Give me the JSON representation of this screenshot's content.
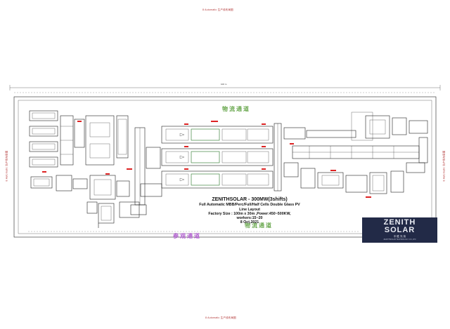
{
  "title_block": {
    "line1": "ZENITHSOLAR - 300MW(3shifts)",
    "line2": "Full Automatic MBB/Perc/Full/Half Cells Double Glass PV Line  Layout",
    "line3": "Factory Size : 100m x 30m  ,Power:450~500KW, workers:15~20",
    "line4": "8 Oct,2021"
  },
  "logistics_labels": {
    "top": "物流通道",
    "bottom_right": "物流通道",
    "bottom_left": "参观通道"
  },
  "dimension": {
    "overall_width": "100 m"
  },
  "logo": {
    "brand_top": "ZENITH",
    "brand_bottom": "SOLAR",
    "cn": "中 胜 光 伏",
    "tagline": "ZENITHSOLAR TECHNOLOGY CO.,LTD"
  },
  "edge_labels": {
    "top": "8 Automatic 生产线布局图",
    "bottom": "8 Automatic 生产线布局图",
    "left": "8 Automatic 生产线布局图",
    "right": "8 Automatic 生产线布局图"
  },
  "colors": {
    "line": "#222222",
    "accent_red": "#dd2222",
    "accent_green": "#3a9a3a",
    "logo_bg": "#222a47"
  }
}
